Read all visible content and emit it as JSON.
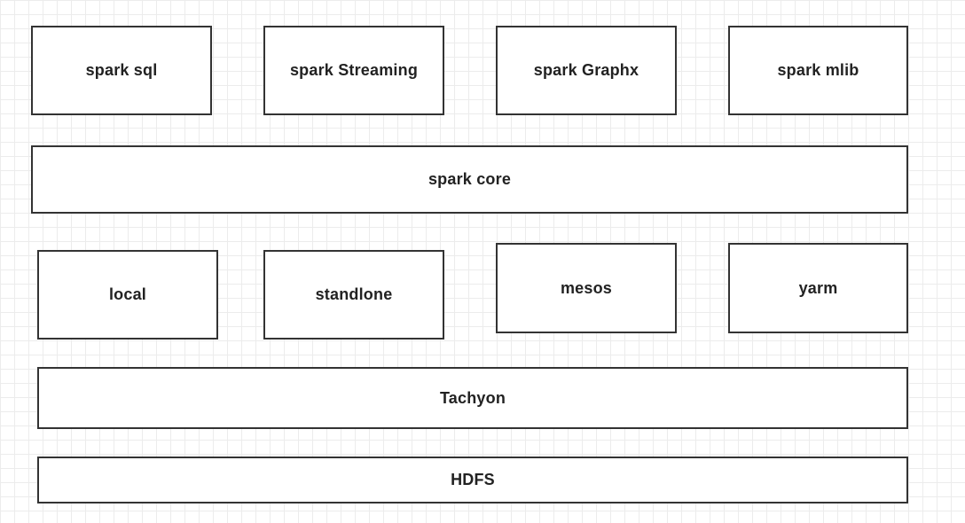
{
  "diagram": {
    "modules": [
      {
        "id": "spark-sql",
        "label": "spark sql"
      },
      {
        "id": "spark-streaming",
        "label": "spark Streaming"
      },
      {
        "id": "spark-graphx",
        "label": "spark Graphx"
      },
      {
        "id": "spark-mlib",
        "label": "spark mlib"
      }
    ],
    "core": {
      "label": "spark core"
    },
    "cluster_managers": [
      {
        "id": "local",
        "label": "local"
      },
      {
        "id": "standlone",
        "label": "standlone"
      },
      {
        "id": "mesos",
        "label": "mesos"
      },
      {
        "id": "yarm",
        "label": "yarm"
      }
    ],
    "memory_layer": {
      "label": "Tachyon"
    },
    "storage_layer": {
      "label": "HDFS"
    }
  }
}
